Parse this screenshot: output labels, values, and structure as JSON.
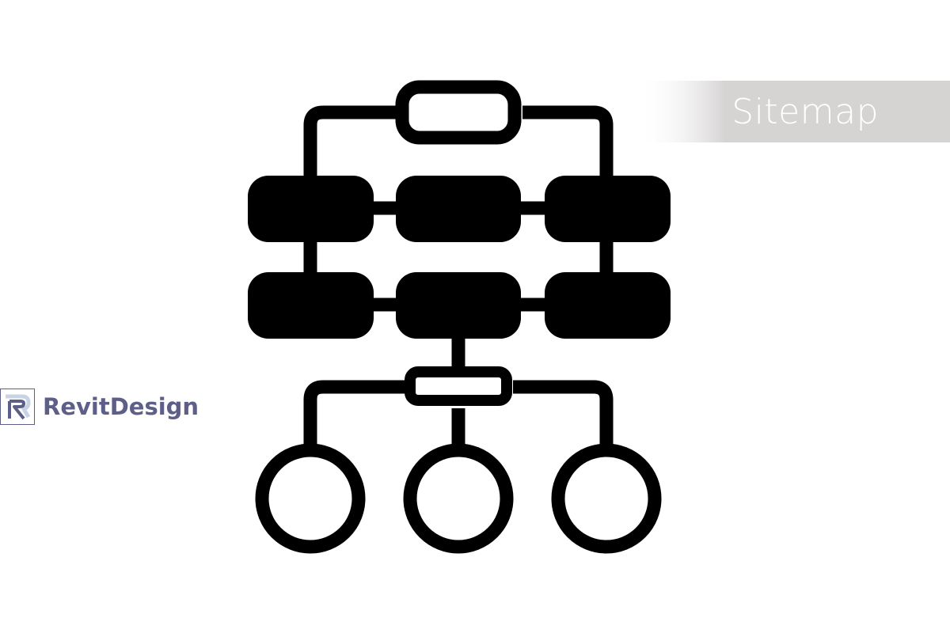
{
  "title": "Sitemap",
  "logo": {
    "name": "RevitDesign",
    "mark_letter": "R"
  },
  "colors": {
    "background": "#ffffff",
    "icon": "#000000",
    "banner": "#d6d3d3",
    "title_text": "#ffffff",
    "logo_text": "#5d5f88",
    "logo_mark_light": "#c9d3e6",
    "logo_mark_dark": "#5d5f88"
  },
  "icons": [
    "sitemap-icon",
    "revitdesign-logo-icon"
  ]
}
